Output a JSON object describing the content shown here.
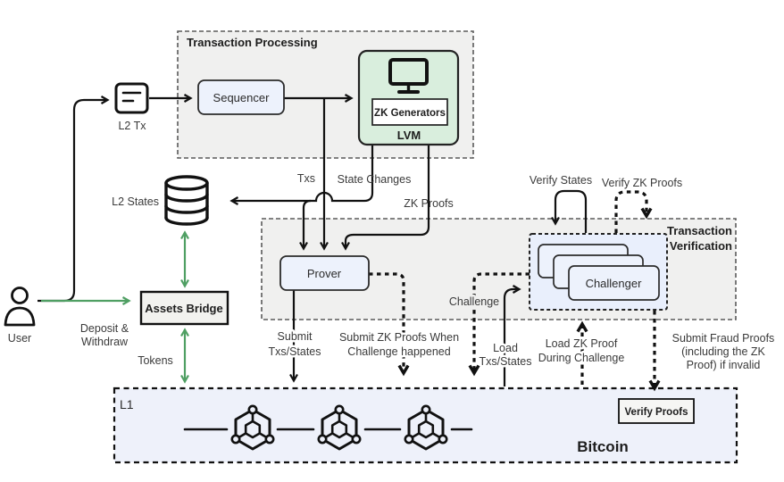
{
  "tp": {
    "title": "Transaction Processing",
    "sequencer": "Sequencer",
    "zk_generators": "ZK Generators",
    "lvm_label": "LVM"
  },
  "tv": {
    "line1": "Transaction",
    "line2": "Verification"
  },
  "nodes": {
    "l2_tx": "L2 Tx",
    "l2_states": "L2 States",
    "user": "User",
    "assets_bridge": "Assets Bridge",
    "prover": "Prover",
    "challenger": "Challenger"
  },
  "l1": {
    "label": "L1",
    "bitcoin": "Bitcoin",
    "verify_proofs": "Verify Proofs"
  },
  "edges": {
    "txs": "Txs",
    "state_changes": "State Changes",
    "zk_proofs": "ZK Proofs",
    "verify_states": "Verify States",
    "verify_zk_proofs": "Verify ZK Proofs",
    "challenge": "Challenge",
    "tokens": "Tokens",
    "deposit_withdraw": [
      "Deposit &",
      "Withdraw"
    ],
    "submit_txs_states": [
      "Submit",
      "Txs/States"
    ],
    "submit_zk_proofs": [
      "Submit ZK Proofs When",
      "Challenge happened"
    ],
    "load_txs_states": [
      "Load",
      "Txs/States"
    ],
    "load_zk_proof": [
      "Load ZK Proof",
      "During Challenge"
    ],
    "submit_fraud_proofs": [
      "Submit Fraud Proofs",
      "(including the ZK",
      "Proof) if invalid"
    ]
  },
  "colors": {
    "accent_green": "#4f9f63",
    "light_blue_fill": "#edf2fc",
    "green_fill": "#d9eedd",
    "gray_panel_fill": "#f0f0ef",
    "l1_fill": "#eef1fa",
    "line": "#111111"
  }
}
